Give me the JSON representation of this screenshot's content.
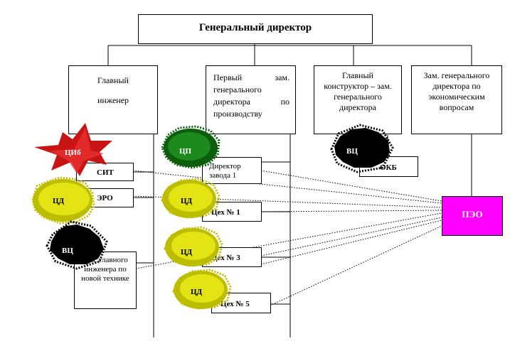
{
  "top": {
    "title": "Генеральный директор"
  },
  "heads": {
    "chief_engineer": "Главный инженер",
    "first_deputy": "Первый зам. генерального директора по производству",
    "chief_designer": "Главный конструктор – зам. генерального директора",
    "econ_deputy": "Зам. генерального директора по экономическим вопросам"
  },
  "units": {
    "sit": "СИТ",
    "ero": "ЭРО",
    "zam_new": "Зам. главного инженера по новой технике",
    "plant_director": "Директор завода 1",
    "shop1": "Цех № 1",
    "shop3": "Цех № 3",
    "shop5": "Цех № 5",
    "okb": "ОКБ",
    "peo": "ПЭО"
  },
  "stars": {
    "cib": "ЦИб",
    "cd1": "ЦД",
    "vc1": "ВЦ",
    "cp": "ЦП",
    "cd2": "ЦД",
    "cd3": "ЦД",
    "cd4": "ЦД",
    "vc2": "ВЦ"
  },
  "colors": {
    "red": "#d21a1a",
    "yellow": "#d6d60a",
    "green": "#157a15",
    "black": "#000000",
    "magenta": "#ff00ff"
  }
}
